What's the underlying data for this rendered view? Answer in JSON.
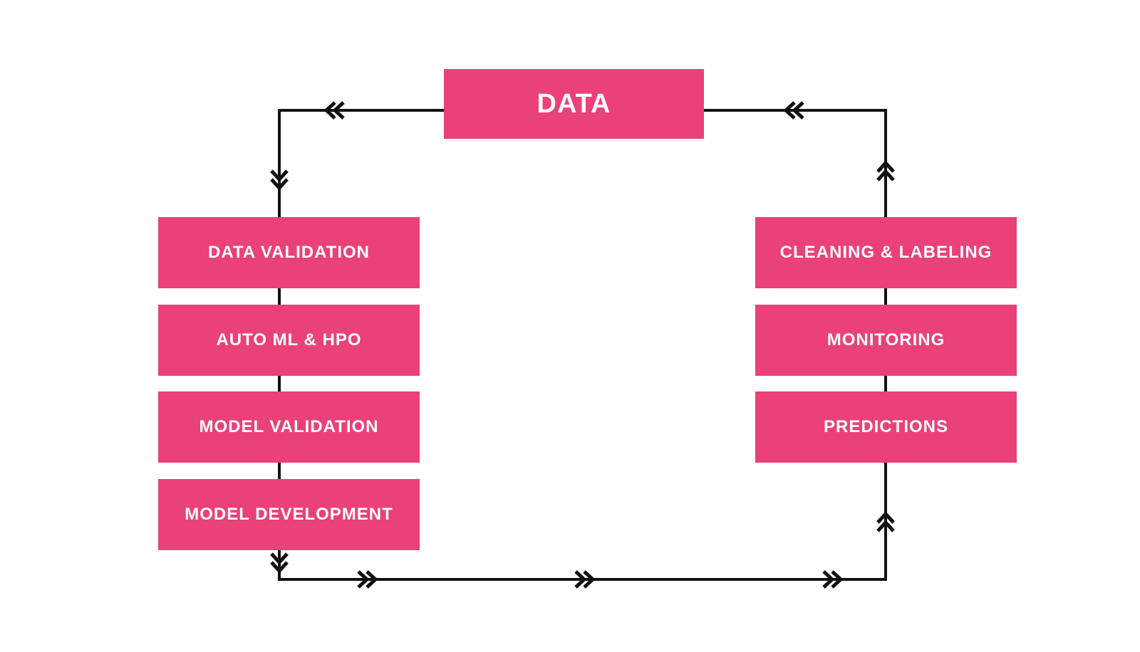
{
  "diagram": {
    "top_node": {
      "label": "DATA"
    },
    "left_column": [
      {
        "label": "DATA VALIDATION"
      },
      {
        "label": "AUTO ML & HPO"
      },
      {
        "label": "MODEL VALIDATION"
      },
      {
        "label": "MODEL DEVELOPMENT"
      }
    ],
    "right_column": [
      {
        "label": "CLEANING & LABELING"
      },
      {
        "label": "MONITORING"
      },
      {
        "label": "PREDICTIONS"
      }
    ],
    "colors": {
      "box_fill": "#ea4178",
      "box_text": "#ffffff",
      "connector": "#111111",
      "background": "#ffffff"
    },
    "icons": {
      "flow_marker": "double-chevron-icon"
    }
  }
}
